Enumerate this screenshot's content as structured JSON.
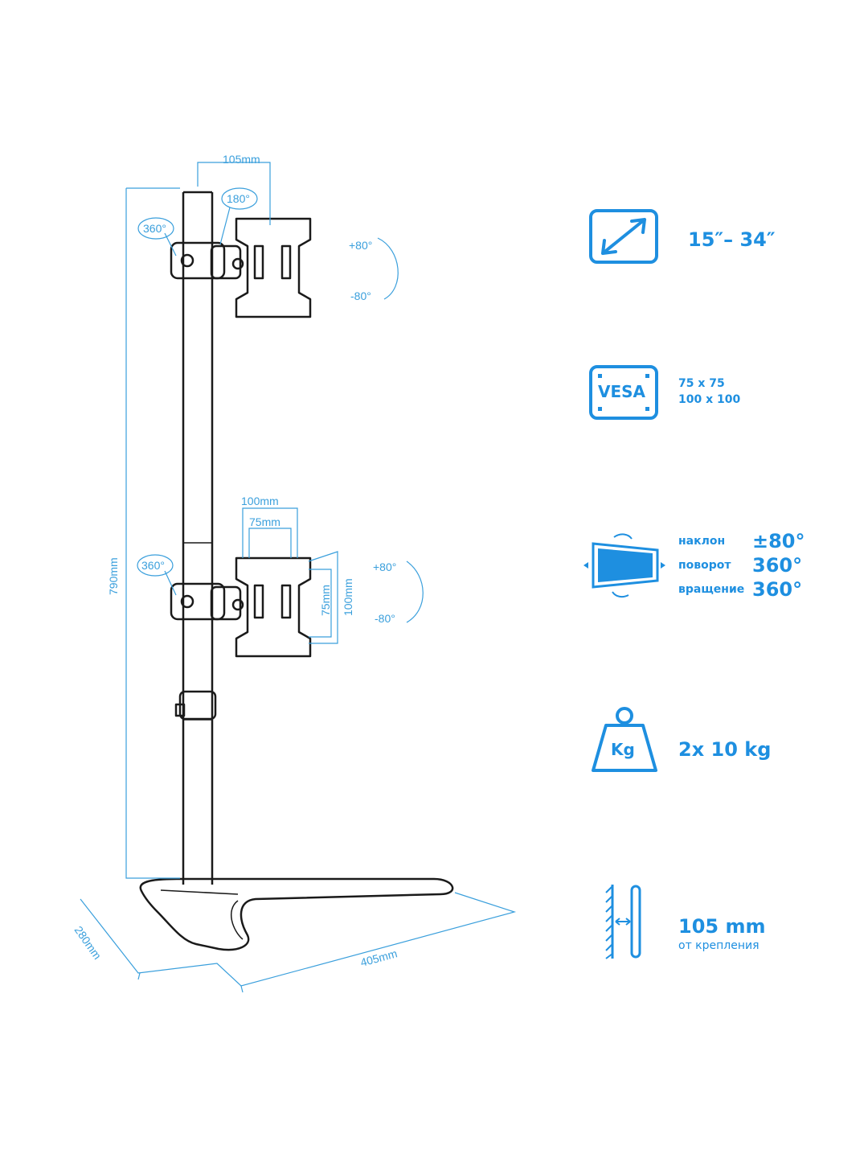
{
  "colors": {
    "accent": "#1e8fe0",
    "dimension": "#3a9fdc",
    "line": "#1a1a1a"
  },
  "drawing": {
    "width_top": "105mm",
    "rot_top_head": "180°",
    "rot_top_pole": "360°",
    "tilt_top_up": "+80°",
    "tilt_top_down": "-80°",
    "height": "790mm",
    "vesa_100_w": "100mm",
    "vesa_75_w": "75mm",
    "rot_bottom_pole": "360°",
    "tilt_bottom_up": "+80°",
    "tilt_bottom_down": "-80°",
    "vesa_75_h": "75mm",
    "vesa_100_h": "100mm",
    "base_depth": "280mm",
    "base_width": "405mm"
  },
  "specs": {
    "screen_size": {
      "icon": "diagonal-arrow-icon",
      "text": "15″– 34″"
    },
    "vesa": {
      "icon": "vesa-icon",
      "badge": "VESA",
      "line1": "75 x 75",
      "line2": "100 x 100"
    },
    "adjust": {
      "icon": "monitor-rotation-icon",
      "rows": [
        {
          "label": "наклон",
          "value": "±80°"
        },
        {
          "label": "поворот",
          "value": "360°"
        },
        {
          "label": "вращение",
          "value": "360°"
        }
      ]
    },
    "load": {
      "icon": "weight-icon",
      "badge": "Kg",
      "text": "2x 10 kg"
    },
    "distance": {
      "icon": "wall-distance-icon",
      "text": "105 mm",
      "sub": "от крепления"
    }
  }
}
